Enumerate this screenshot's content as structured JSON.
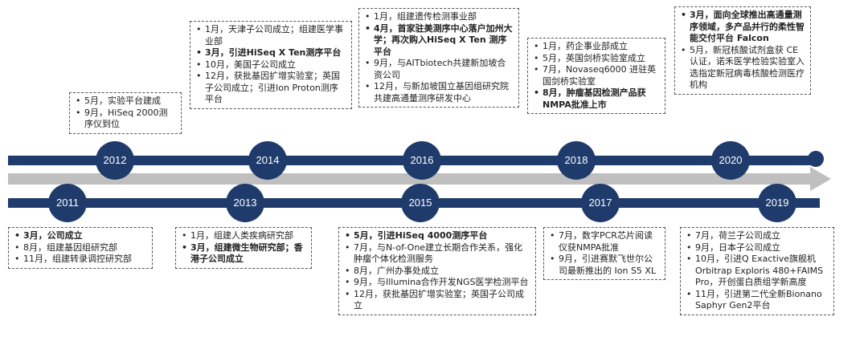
{
  "years": {
    "y2011": "2011",
    "y2012": "2012",
    "y2013": "2013",
    "y2014": "2014",
    "y2015": "2015",
    "y2016": "2016",
    "y2017": "2017",
    "y2018": "2018",
    "y2019": "2019",
    "y2020": "2020"
  },
  "events": {
    "e2011": [
      {
        "text": "3月，公司成立",
        "bold": true
      },
      {
        "text": "8月，组建基因组研究部",
        "bold": false
      },
      {
        "text": "11月，组建转录调控研究部",
        "bold": false
      }
    ],
    "e2012": [
      {
        "text": "5月，实验平台建成",
        "bold": false
      },
      {
        "text": "9月，HiSeq 2000测序仪到位",
        "bold": false
      }
    ],
    "e2013": [
      {
        "text": "1月，组建人类疾病研究部",
        "bold": false
      },
      {
        "text": "3月，组建微生物研究部；香港子公司成立",
        "bold": true
      }
    ],
    "e2014": [
      {
        "text": "1月，天津子公司成立；组建医学事业部",
        "bold": false
      },
      {
        "text": "3月，引进HiSeq X Ten测序平台",
        "bold": true
      },
      {
        "text": "10月，美国子公司成立",
        "bold": false
      },
      {
        "text": "12月，获批基因扩增实验室；英国子公司成立；引进Ion Proton测序平台",
        "bold": false
      }
    ],
    "e2015": [
      {
        "text": "5月，引进HiSeq 4000测序平台",
        "bold": true
      },
      {
        "text": "7月，与N-of-One建立长期合作关系，强化肿瘤个体化检测服务",
        "bold": false
      },
      {
        "text": "8月，广州办事处成立",
        "bold": false
      },
      {
        "text": "9月，与Illumina合作开发NGS医学检测平台",
        "bold": false
      },
      {
        "text": "12月，获批基因扩增实验室；英国子公司成立",
        "bold": false
      }
    ],
    "e2016": [
      {
        "text": "1月，组建遗传检测事业部",
        "bold": false
      },
      {
        "text": "4月，首家驻美测序中心落户加州大学；再次购入HiSeq X Ten 测序平台",
        "bold": true
      },
      {
        "text": "9月，与AITbiotech共建新加坡合资公司",
        "bold": false
      },
      {
        "text": "12月，与新加坡国立基因组研究院共建高通量测序研发中心",
        "bold": false
      }
    ],
    "e2017": [
      {
        "text": "7月，数字PCR芯片阅读仪获NMPA批准",
        "bold": false
      },
      {
        "text": "9月，引进赛默飞世尔公司最新推出的 Ion S5 XL",
        "bold": false
      }
    ],
    "e2018": [
      {
        "text": "1月，药企事业部成立",
        "bold": false
      },
      {
        "text": "5月，英国剑桥实验室成立",
        "bold": false
      },
      {
        "text": "7月，Novaseq6000 进驻英国剑桥实验室",
        "bold": false
      },
      {
        "text": "8月，肿瘤基因检测产品获NMPA批准上市",
        "bold": true
      }
    ],
    "e2019": [
      {
        "text": "7月，荷兰子公司成立",
        "bold": false
      },
      {
        "text": "9月，日本子公司成立",
        "bold": false
      },
      {
        "text": "10月，引进Q Exactive旗舰机Orbitrap Exploris 480+FAIMS Pro，开创蛋白质组学新高度",
        "bold": false
      },
      {
        "text": "11月，引进第二代全新Bionano Saphyr Gen2平台",
        "bold": false
      }
    ],
    "e2020": [
      {
        "text": "3月，面向全球推出高通量测序领域，多产品并行的柔性智能交付平台 Falcon",
        "bold": true
      },
      {
        "text": "5月，新冠核酸试剂盒获 CE 认证，诺禾医学检验实验室入选指定新冠病毒核酸检测医疗机构",
        "bold": false
      }
    ]
  }
}
